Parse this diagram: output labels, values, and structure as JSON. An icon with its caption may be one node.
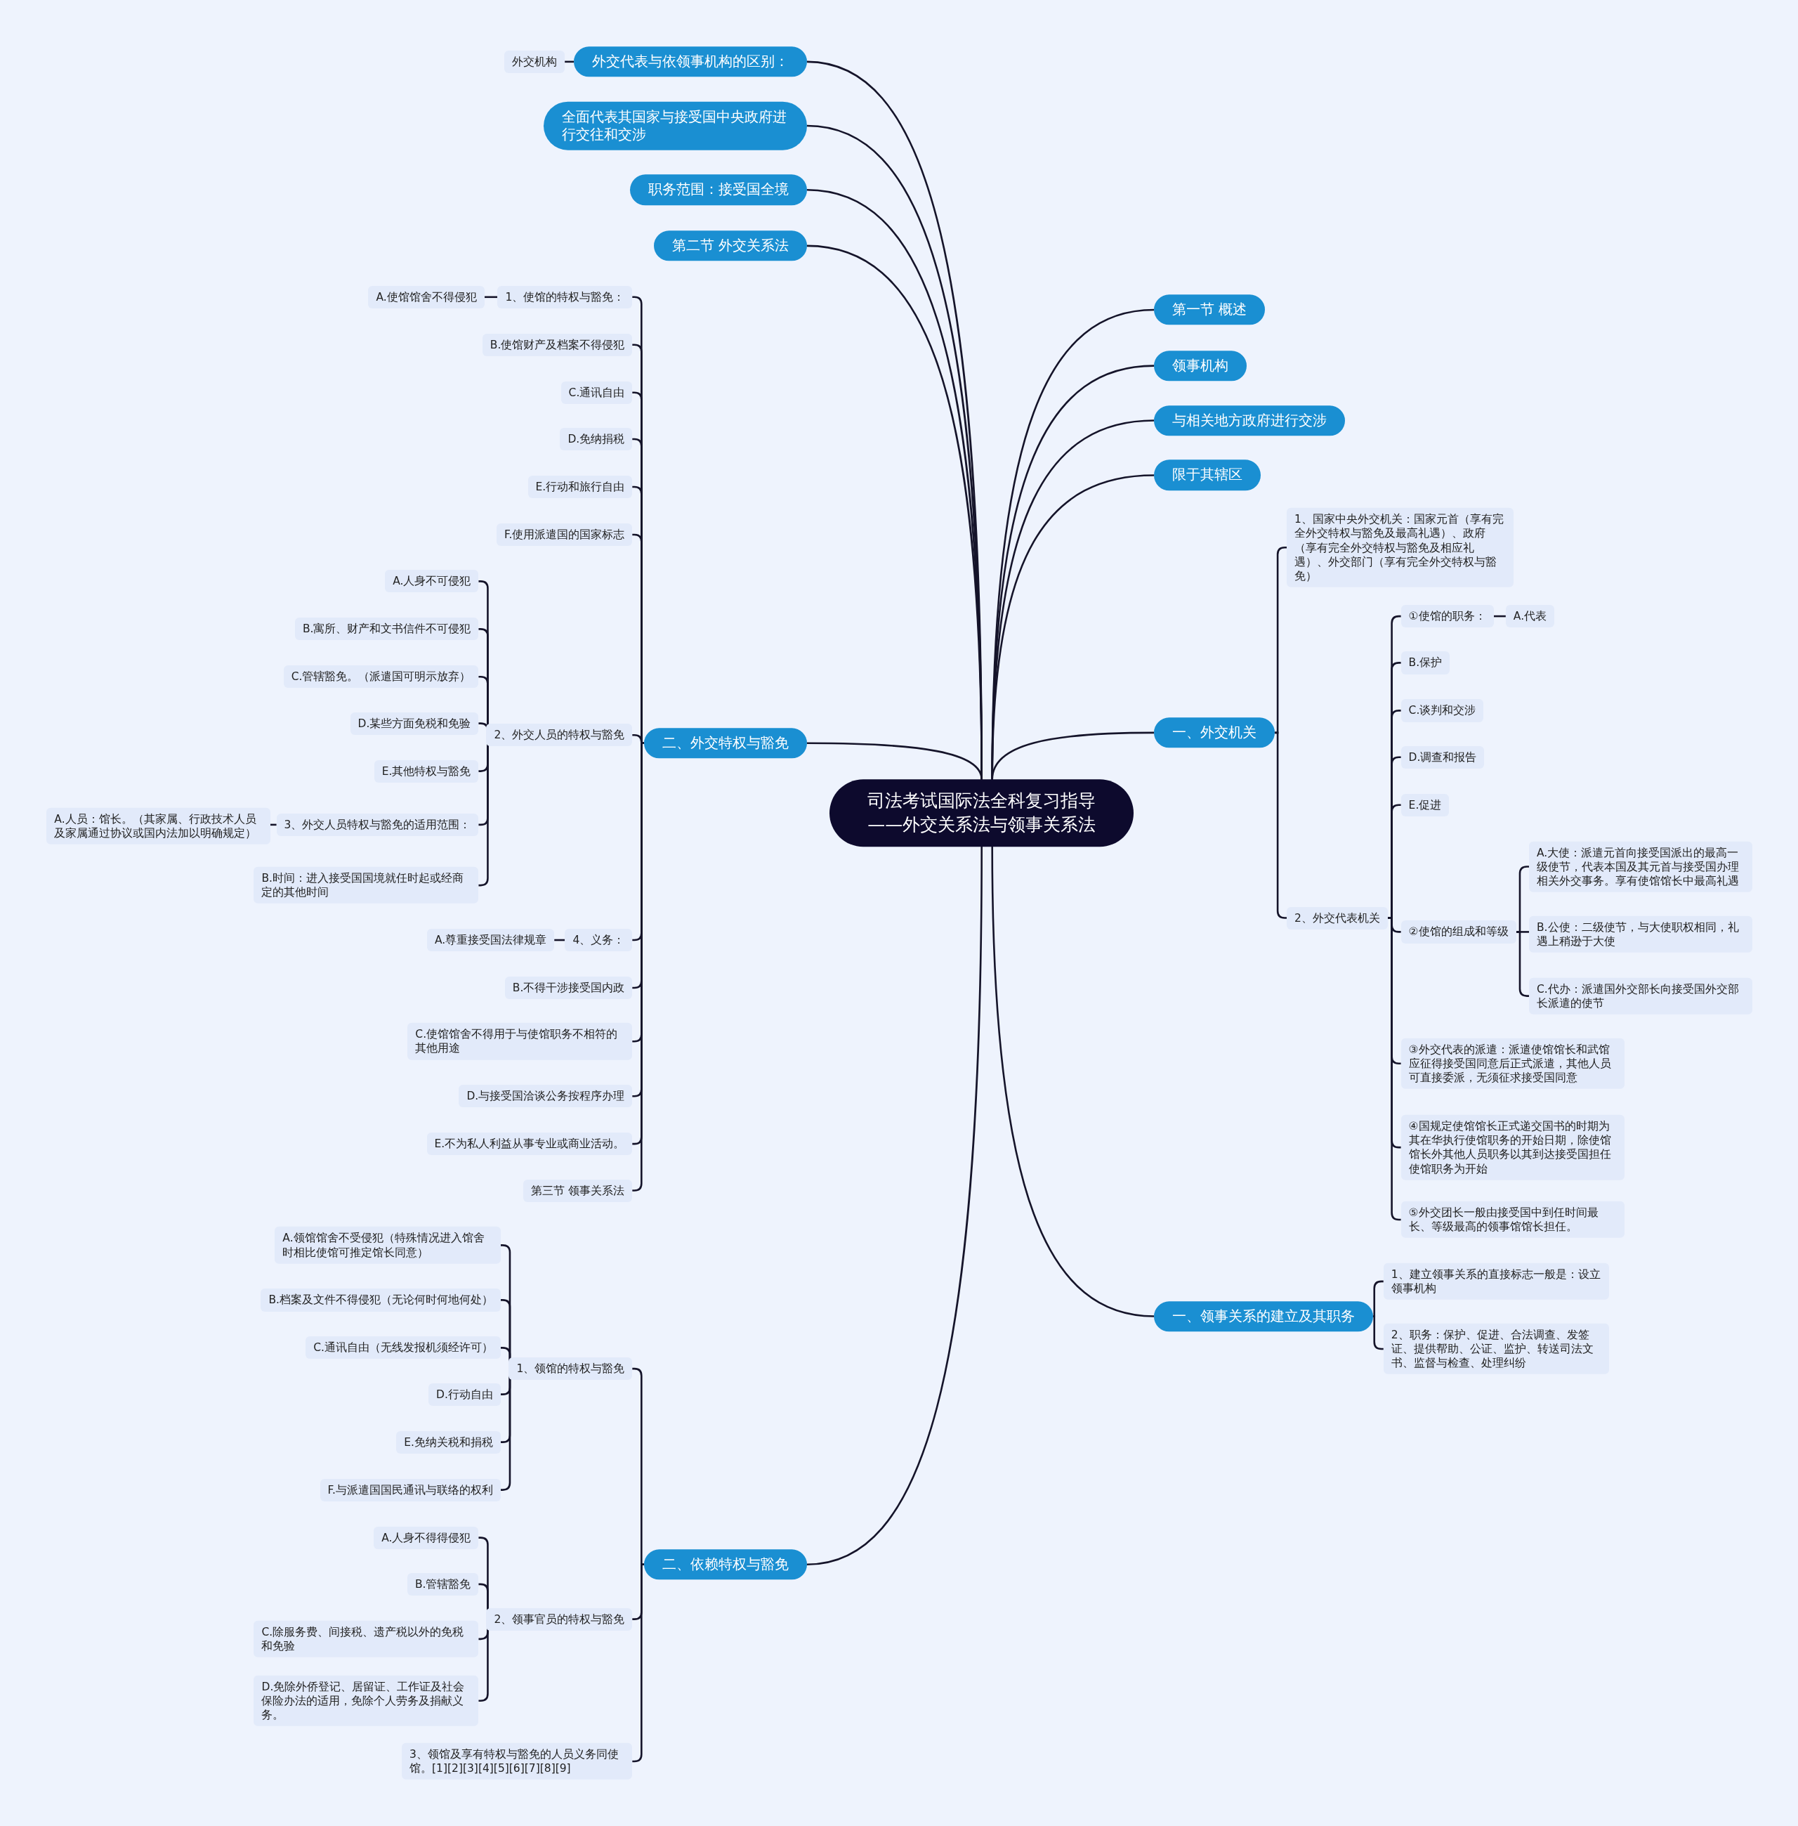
{
  "diagram": {
    "nodes": [
      {
        "text": [
          "司法考试国际法全科复习指导——外交关系法与领事关系法"
        ]
      },
      {
        "text": [
          "外交代表与依领事机构的区别："
        ]
      },
      {
        "text": [
          "外交机构"
        ]
      },
      {
        "text": [
          "全面代表其国家与接受国中央政府进行交往和交涉"
        ]
      },
      {
        "text": [
          "职务范围：接受国全境"
        ]
      },
      {
        "text": [
          "第二节 外交关系法"
        ]
      },
      {
        "text": [
          "二、外交特权与豁免"
        ]
      },
      {
        "text": [
          "1、使馆的特权与豁免："
        ]
      },
      {
        "text": [
          "A.使馆馆舍不得侵犯"
        ]
      },
      {
        "text": [
          "B.使馆财产及档案不得侵犯"
        ]
      },
      {
        "text": [
          "C.通讯自由"
        ]
      },
      {
        "text": [
          "D.免纳捐税"
        ]
      },
      {
        "text": [
          "E.行动和旅行自由"
        ]
      },
      {
        "text": [
          "F.使用派遣国的国家标志"
        ]
      },
      {
        "text": [
          "2、外交人员的特权与豁免"
        ]
      },
      {
        "text": [
          "A.人身不可侵犯"
        ]
      },
      {
        "text": [
          "B.寓所、财产和文书信件不可侵犯"
        ]
      },
      {
        "text": [
          "C.管辖豁免。（派遣国可明示放弃）"
        ]
      },
      {
        "text": [
          "D.某些方面免税和免验"
        ]
      },
      {
        "text": [
          "E.其他特权与豁免"
        ]
      },
      {
        "text": [
          "3、外交人员特权与豁免的适用范围："
        ]
      },
      {
        "text": [
          "A.人员：馆长。（其家属、行政技术人员及家属通过协议或国内法加以明确规定）"
        ]
      },
      {
        "text": [
          "B.时间：进入接受国国境就任时起或经商定的其他时间"
        ]
      },
      {
        "text": [
          "4、义务："
        ]
      },
      {
        "text": [
          "A.尊重接受国法律规章"
        ]
      },
      {
        "text": [
          "B.不得干涉接受国内政"
        ]
      },
      {
        "text": [
          "C.使馆馆舍不得用于与使馆职务不相符的其他用途"
        ]
      },
      {
        "text": [
          "D.与接受国洽谈公务按程序办理"
        ]
      },
      {
        "text": [
          "E.不为私人利益从事专业或商业活动。"
        ]
      },
      {
        "text": [
          "第三节 领事关系法"
        ]
      },
      {
        "text": [
          "二、依赖特权与豁免"
        ]
      },
      {
        "text": [
          "1、领馆的特权与豁免"
        ]
      },
      {
        "text": [
          "A.领馆馆舍不受侵犯（特殊情况进入馆舍时相比使馆可推定馆长同意）"
        ]
      },
      {
        "text": [
          "B.档案及文件不得侵犯（无论何时何地何处）"
        ]
      },
      {
        "text": [
          "C.通讯自由（无线发报机须经许可）"
        ]
      },
      {
        "text": [
          "D.行动自由"
        ]
      },
      {
        "text": [
          "E.免纳关税和捐税"
        ]
      },
      {
        "text": [
          "F.与派遣国国民通讯与联络的权利"
        ]
      },
      {
        "text": [
          "2、领事官员的特权与豁免"
        ]
      },
      {
        "text": [
          "A.人身不得得侵犯"
        ]
      },
      {
        "text": [
          "B.管辖豁免"
        ]
      },
      {
        "text": [
          "C.除服务费、间接税、遗产税以外的免税和免验"
        ]
      },
      {
        "text": [
          "D.免除外侨登记、居留证、工作证及社会保险办法的适用，免除个人劳务及捐献义务。"
        ]
      },
      {
        "text": [
          "3、领馆及享有特权与豁免的人员义务同使馆。[1][2][3][4][5][6][7][8][9]"
        ]
      },
      {
        "text": [
          "第一节 概述"
        ]
      },
      {
        "text": [
          "领事机构"
        ]
      },
      {
        "text": [
          "与相关地方政府进行交涉"
        ]
      },
      {
        "text": [
          "限于其辖区"
        ]
      },
      {
        "text": [
          "一、外交机关"
        ]
      },
      {
        "text": [
          "1、国家中央外交机关：国家元首（享有完全外交特权与豁免及最高礼遇）、政府（享有完全外交特权与豁免及相应礼遇）、外交部门（享有完全外交特权与豁免）"
        ]
      },
      {
        "text": [
          "2、外交代表机关"
        ]
      },
      {
        "text": [
          "①使馆的职务："
        ]
      },
      {
        "text": [
          "A.代表"
        ]
      },
      {
        "text": [
          "B.保护"
        ]
      },
      {
        "text": [
          "C.谈判和交涉"
        ]
      },
      {
        "text": [
          "D.调查和报告"
        ]
      },
      {
        "text": [
          "E.促进"
        ]
      },
      {
        "text": [
          "②使馆的组成和等级"
        ]
      },
      {
        "text": [
          "A.大使：派遣元首向接受国派出的最高一级使节，代表本国及其元首与接受国办理相关外交事务。享有使馆馆长中最高礼遇"
        ]
      },
      {
        "text": [
          "B.公使：二级使节，与大使职权相同，礼遇上稍逊于大使"
        ]
      },
      {
        "text": [
          "C.代办：派遣国外交部长向接受国外交部长派遣的使节"
        ]
      },
      {
        "text": [
          "③外交代表的派遣：派遣使馆馆长和武馆应征得接受国同意后正式派遣，其他人员可直接委派，无须征求接受国同意"
        ]
      },
      {
        "text": [
          "④国规定使馆馆长正式递交国书的时期为其在华执行使馆职务的开始日期，除使馆馆长外其他人员职务以其到达接受国担任使馆职务为开始"
        ]
      },
      {
        "text": [
          "⑤外交团长一般由接受国中到任时间最长、等级最高的领事馆馆长担任。"
        ]
      },
      {
        "text": [
          "一、领事关系的建立及其职务"
        ]
      },
      {
        "text": [
          "1、建立领事关系的直接标志一般是：设立领事机构"
        ]
      },
      {
        "text": [
          "2、职务：保护、促进、合法调查、发签证、提供帮助、公证、监护、转送司法文书、监督与检查、处理纠纷"
        ]
      }
    ],
    "edges": [
      {
        "from": 0,
        "to": 1,
        "arrow": "none"
      },
      {
        "from": 1,
        "to": 2,
        "arrow": "none"
      },
      {
        "from": 0,
        "to": 3,
        "arrow": "none"
      },
      {
        "from": 0,
        "to": 4,
        "arrow": "none"
      },
      {
        "from": 0,
        "to": 5,
        "arrow": "none"
      },
      {
        "from": 0,
        "to": 6,
        "arrow": "none"
      },
      {
        "from": 6,
        "to": 7,
        "arrow": "none"
      },
      {
        "from": 7,
        "to": 8,
        "arrow": "none"
      },
      {
        "from": 6,
        "to": 9,
        "arrow": "none"
      },
      {
        "from": 6,
        "to": 10,
        "arrow": "none"
      },
      {
        "from": 6,
        "to": 11,
        "arrow": "none"
      },
      {
        "from": 6,
        "to": 12,
        "arrow": "none"
      },
      {
        "from": 6,
        "to": 13,
        "arrow": "none"
      },
      {
        "from": 6,
        "to": 14,
        "arrow": "none"
      },
      {
        "from": 14,
        "to": 15,
        "arrow": "none"
      },
      {
        "from": 14,
        "to": 16,
        "arrow": "none"
      },
      {
        "from": 14,
        "to": 17,
        "arrow": "none"
      },
      {
        "from": 14,
        "to": 18,
        "arrow": "none"
      },
      {
        "from": 14,
        "to": 19,
        "arrow": "none"
      },
      {
        "from": 14,
        "to": 20,
        "arrow": "none"
      },
      {
        "from": 20,
        "to": 21,
        "arrow": "none"
      },
      {
        "from": 14,
        "to": 22,
        "arrow": "none"
      },
      {
        "from": 6,
        "to": 23,
        "arrow": "none"
      },
      {
        "from": 23,
        "to": 24,
        "arrow": "none"
      },
      {
        "from": 6,
        "to": 25,
        "arrow": "none"
      },
      {
        "from": 6,
        "to": 26,
        "arrow": "none"
      },
      {
        "from": 6,
        "to": 27,
        "arrow": "none"
      },
      {
        "from": 6,
        "to": 28,
        "arrow": "none"
      },
      {
        "from": 6,
        "to": 29,
        "arrow": "none"
      },
      {
        "from": 0,
        "to": 30,
        "arrow": "none"
      },
      {
        "from": 30,
        "to": 31,
        "arrow": "none"
      },
      {
        "from": 31,
        "to": 32,
        "arrow": "none"
      },
      {
        "from": 31,
        "to": 33,
        "arrow": "none"
      },
      {
        "from": 31,
        "to": 34,
        "arrow": "none"
      },
      {
        "from": 31,
        "to": 35,
        "arrow": "none"
      },
      {
        "from": 31,
        "to": 36,
        "arrow": "none"
      },
      {
        "from": 31,
        "to": 37,
        "arrow": "none"
      },
      {
        "from": 30,
        "to": 38,
        "arrow": "none"
      },
      {
        "from": 38,
        "to": 39,
        "arrow": "none"
      },
      {
        "from": 38,
        "to": 40,
        "arrow": "none"
      },
      {
        "from": 38,
        "to": 41,
        "arrow": "none"
      },
      {
        "from": 38,
        "to": 42,
        "arrow": "none"
      },
      {
        "from": 30,
        "to": 43,
        "arrow": "none"
      },
      {
        "from": 0,
        "to": 44,
        "arrow": "none"
      },
      {
        "from": 0,
        "to": 45,
        "arrow": "none"
      },
      {
        "from": 0,
        "to": 46,
        "arrow": "none"
      },
      {
        "from": 0,
        "to": 47,
        "arrow": "none"
      },
      {
        "from": 0,
        "to": 48,
        "arrow": "none"
      },
      {
        "from": 48,
        "to": 49,
        "arrow": "none"
      },
      {
        "from": 48,
        "to": 50,
        "arrow": "none"
      },
      {
        "from": 50,
        "to": 51,
        "arrow": "none"
      },
      {
        "from": 51,
        "to": 52,
        "arrow": "none"
      },
      {
        "from": 50,
        "to": 53,
        "arrow": "none"
      },
      {
        "from": 50,
        "to": 54,
        "arrow": "none"
      },
      {
        "from": 50,
        "to": 55,
        "arrow": "none"
      },
      {
        "from": 50,
        "to": 56,
        "arrow": "none"
      },
      {
        "from": 50,
        "to": 57,
        "arrow": "none"
      },
      {
        "from": 57,
        "to": 58,
        "arrow": "none"
      },
      {
        "from": 57,
        "to": 59,
        "arrow": "none"
      },
      {
        "from": 57,
        "to": 60,
        "arrow": "none"
      },
      {
        "from": 50,
        "to": 61,
        "arrow": "none"
      },
      {
        "from": 50,
        "to": 62,
        "arrow": "none"
      },
      {
        "from": 50,
        "to": 63,
        "arrow": "none"
      },
      {
        "from": 0,
        "to": 64,
        "arrow": "none"
      },
      {
        "from": 64,
        "to": 65,
        "arrow": "none"
      },
      {
        "from": 64,
        "to": 66,
        "arrow": "none"
      }
    ]
  }
}
